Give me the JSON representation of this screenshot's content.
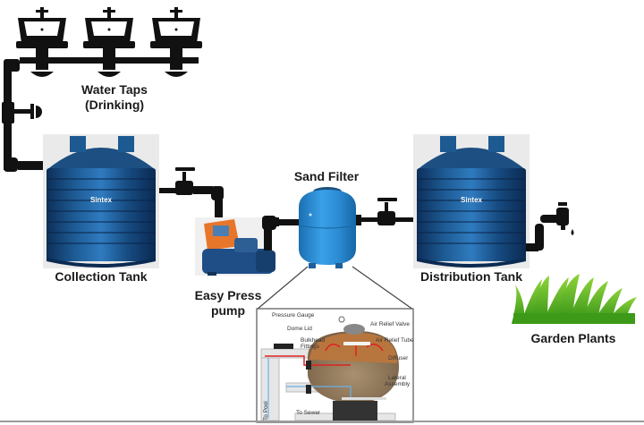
{
  "diagram": {
    "title": "Rainwater harvesting water flow",
    "components": {
      "water_taps": {
        "label_line1": "Water Taps",
        "label_line2": "(Drinking)",
        "count": 3
      },
      "collection_tank": {
        "label": "Collection Tank",
        "brand": "Sintex"
      },
      "pump": {
        "label_line1": "Easy Press",
        "label_line2": "pump"
      },
      "sand_filter": {
        "label": "Sand Filter"
      },
      "distribution_tank": {
        "label": "Distribution Tank",
        "brand": "Sintex"
      },
      "garden": {
        "label": "Garden Plants"
      }
    },
    "filter_detail": {
      "callouts": {
        "pressure_gauge": "Pressure Gauge",
        "dome_lid": "Dome Lid",
        "air_relief_valve": "Air Relief Valve",
        "air_relief_tube": "Air Relief Tube",
        "bulkhead_fittings_1": "Bulkhead",
        "bulkhead_fittings_2": "Fittings",
        "diffuser": "Diffuser",
        "lateral_1": "Lateral",
        "lateral_2": "Assembly",
        "to_pool": "To Pool",
        "to_sewer": "To Sewer"
      }
    },
    "colors": {
      "pipe": "#111111",
      "tank_blue": "#1f5d94",
      "filter_blue": "#2e8fd6",
      "pump_orange": "#e8762a",
      "grass_green": "#4fae1e"
    }
  }
}
